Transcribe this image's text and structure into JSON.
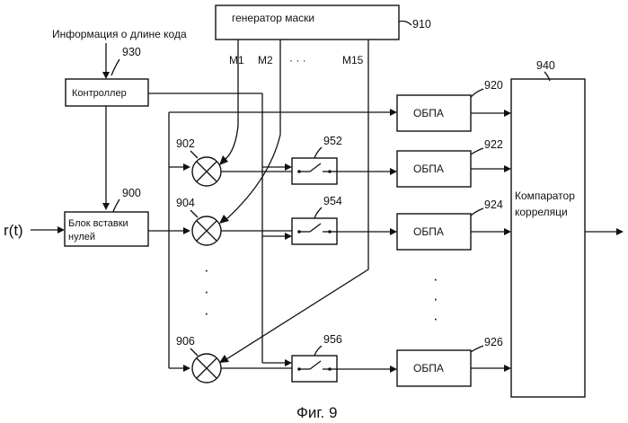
{
  "mask_generator": {
    "label": "генератор маски",
    "ref": "910",
    "outputs": [
      "M1",
      "M2",
      "· · ·",
      "M15"
    ]
  },
  "code_info": {
    "label": "Информация о длине кода"
  },
  "controller": {
    "label": "Контроллер",
    "ref": "930"
  },
  "zero_insert": {
    "line1": "Блок вставки",
    "line2": "нулей",
    "ref": "900"
  },
  "input": {
    "label": "r(t)"
  },
  "multipliers": [
    {
      "ref": "902"
    },
    {
      "ref": "904"
    },
    {
      "ref": "906"
    }
  ],
  "switches": [
    {
      "ref": "952"
    },
    {
      "ref": "954"
    },
    {
      "ref": "956"
    }
  ],
  "obpa": [
    {
      "label": "ОБПА",
      "ref": "920"
    },
    {
      "label": "ОБПА",
      "ref": "922"
    },
    {
      "label": "ОБПА",
      "ref": "924"
    },
    {
      "label": "ОБПА",
      "ref": "926"
    }
  ],
  "comparator": {
    "line1": "Компаратор",
    "line2": "корреляци",
    "ref": "940"
  },
  "dots": {
    "vertical": "·"
  },
  "caption": "Фиг. 9"
}
